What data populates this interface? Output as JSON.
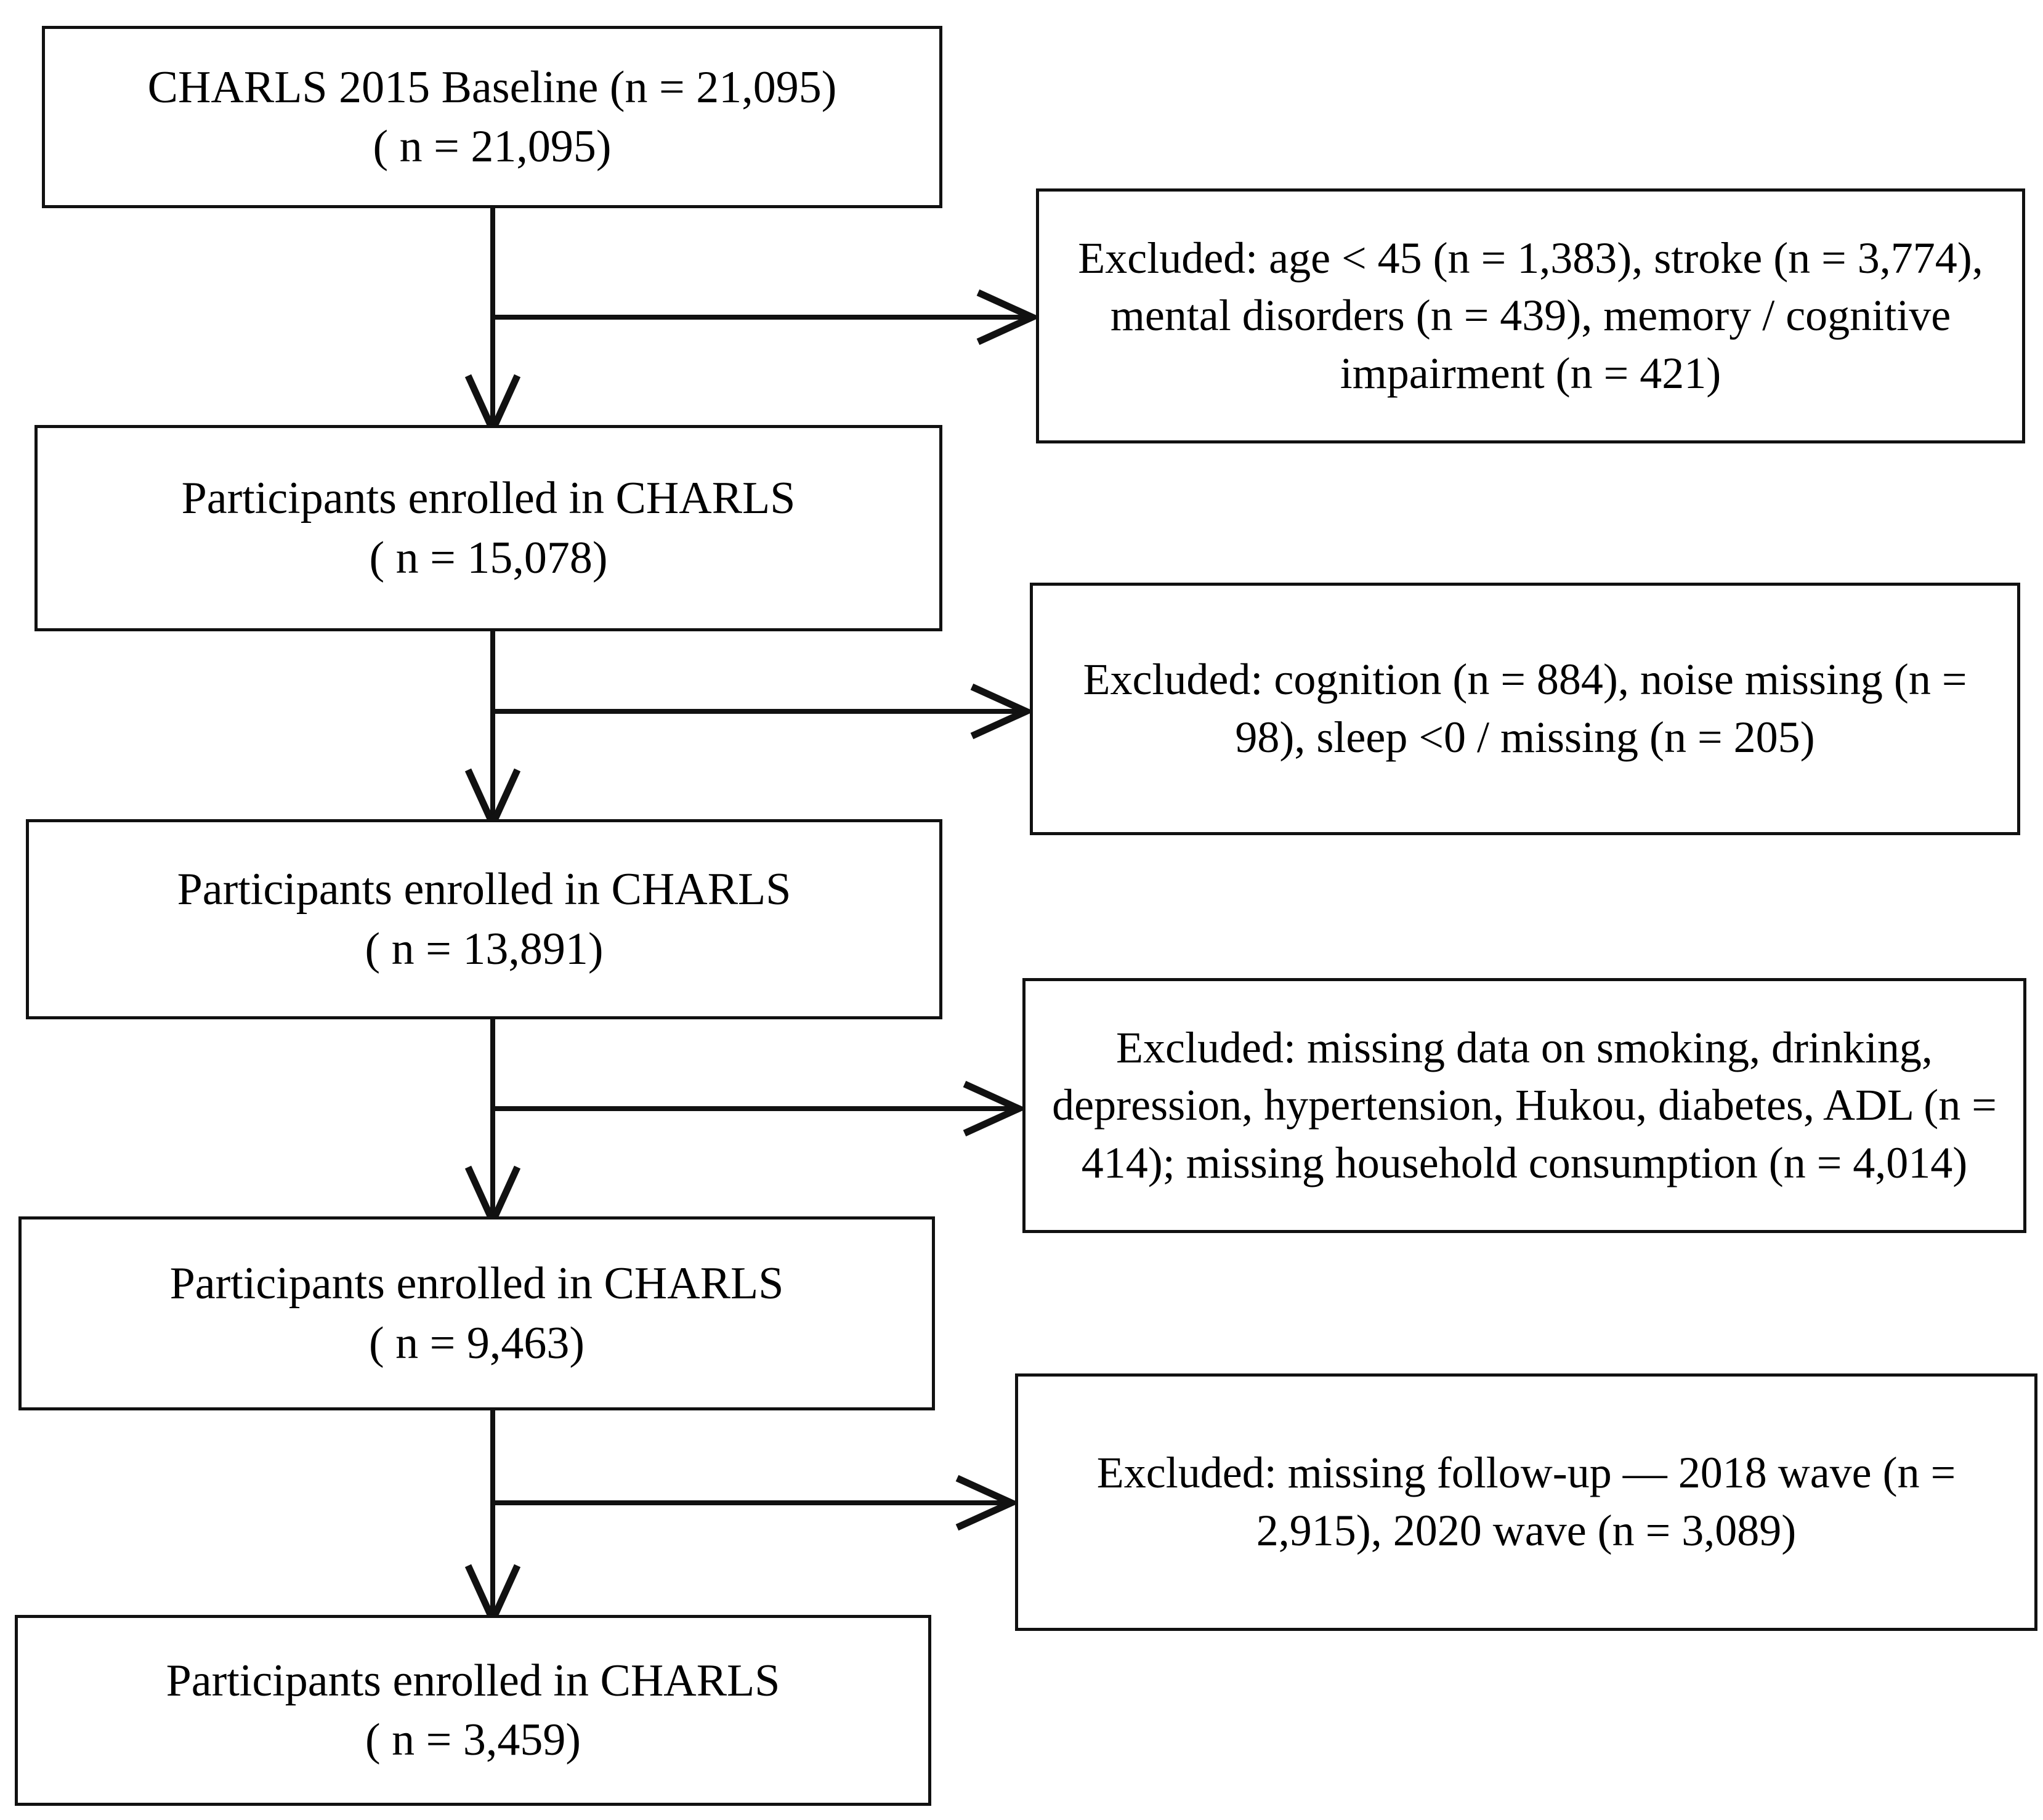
{
  "figure": {
    "type": "participant-flow-diagram",
    "study": "CHARLS"
  },
  "main_nodes": [
    {
      "id": "baseline",
      "text": "CHARLS 2015 Baseline (n = 21,095)\n( n = 21,095)",
      "count": 21095
    },
    {
      "id": "enrolled-15078",
      "text": "Participants enrolled in CHARLS\n( n = 15,078)",
      "count": 15078
    },
    {
      "id": "enrolled-13891",
      "text": "Participants enrolled in CHARLS\n( n = 13,891)",
      "count": 13891
    },
    {
      "id": "enrolled-9463",
      "text": "Participants enrolled in CHARLS\n( n = 9,463)",
      "count": 9463
    },
    {
      "id": "enrolled-3459",
      "text": "Participants enrolled in CHARLS\n( n = 3,459)",
      "count": 3459
    }
  ],
  "exclusion_nodes": [
    {
      "id": "exclusion-1",
      "text": "Excluded: age < 45 (n = 1,383), stroke (n = 3,774), mental disorders (n = 439), memory / cognitive impairment (n = 421)",
      "reasons": [
        {
          "label": "age < 45",
          "n": 1383
        },
        {
          "label": "stroke",
          "n": 3774
        },
        {
          "label": "mental disorders",
          "n": 439
        },
        {
          "label": "memory / cognitive impairment",
          "n": 421
        }
      ]
    },
    {
      "id": "exclusion-2",
      "text": "Excluded: cognition (n = 884), noise missing (n = 98), sleep <0 / missing (n = 205)",
      "reasons": [
        {
          "label": "cognition",
          "n": 884
        },
        {
          "label": "noise missing",
          "n": 98
        },
        {
          "label": "sleep <0 / missing",
          "n": 205
        }
      ]
    },
    {
      "id": "exclusion-3",
      "text": "Excluded: missing data on smoking, drinking, depression, hypertension, Hukou, diabetes, ADL (n = 414); missing household consumption (n = 4,014)",
      "reasons": [
        {
          "label": "missing data on smoking, drinking, depression, hypertension, Hukou, diabetes, ADL",
          "n": 414
        },
        {
          "label": "missing household consumption",
          "n": 4014
        }
      ]
    },
    {
      "id": "exclusion-4",
      "text": "Excluded: missing follow-up — 2018 wave (n = 2,915), 2020 wave (n = 3,089)",
      "reasons": [
        {
          "label": "missing follow-up — 2018 wave",
          "n": 2915
        },
        {
          "label": "2020 wave",
          "n": 3089
        }
      ]
    }
  ],
  "colors": {
    "stroke": "#111111",
    "background": "#ffffff",
    "text": "#000000"
  }
}
